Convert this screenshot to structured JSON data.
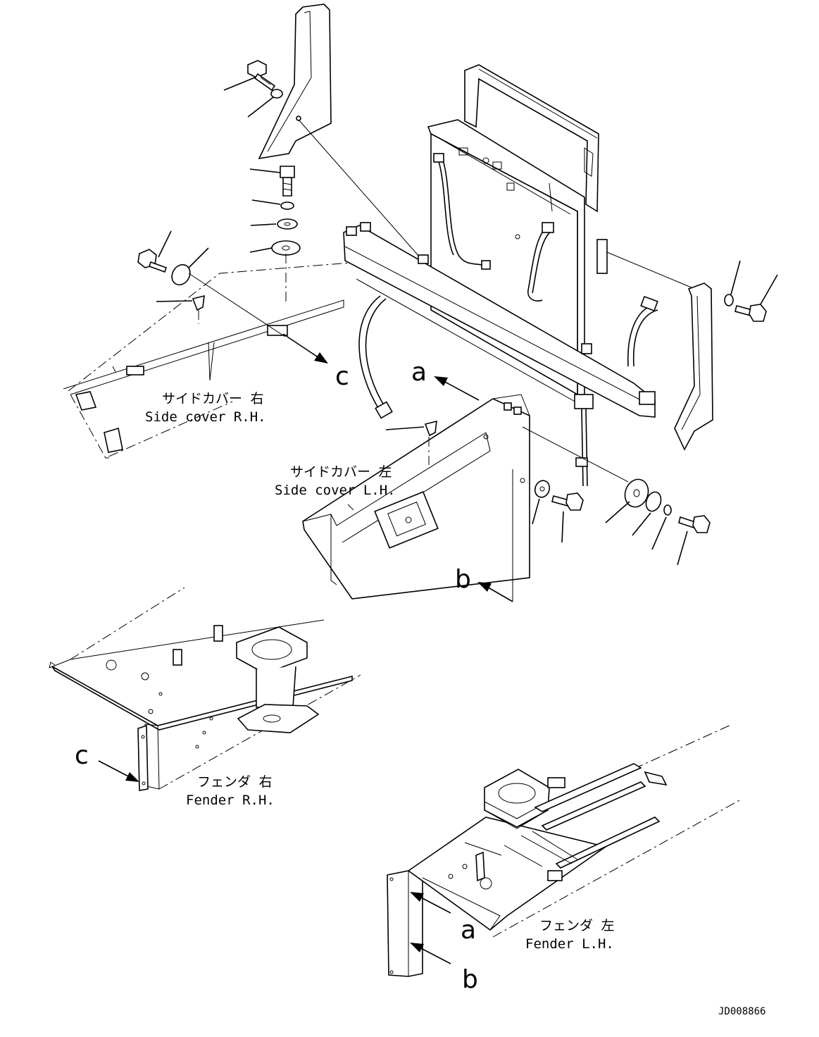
{
  "labels": {
    "side_cover_rh_jp": "サイドカバー 右",
    "side_cover_rh_en": "Side cover R.H.",
    "side_cover_lh_jp": "サイドカバー 左",
    "side_cover_lh_en": "Side cover L.H.",
    "fender_rh_jp": "フェンダ 右",
    "fender_rh_en": "Fender R.H.",
    "fender_lh_jp": "フェンダ 左",
    "fender_lh_en": "Fender L.H."
  },
  "refs": {
    "a": "a",
    "b": "b",
    "c": "c"
  },
  "drawing_code": "JD008866"
}
